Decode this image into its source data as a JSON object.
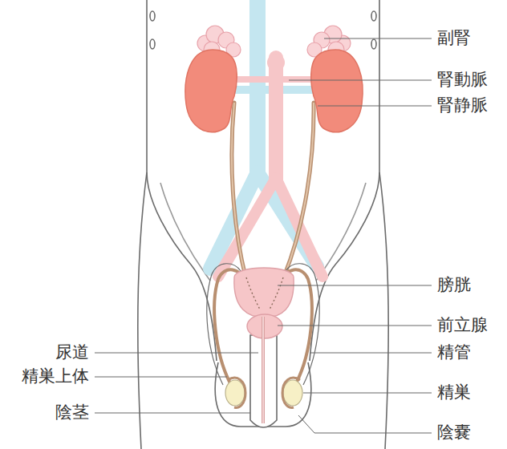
{
  "diagram": {
    "labels": [
      "副腎",
      "腎動脈",
      "腎静脈",
      "膀胱",
      "前立腺",
      "尿道",
      "精管",
      "精巣上体",
      "精巣",
      "陰茎",
      "陰嚢"
    ]
  }
}
